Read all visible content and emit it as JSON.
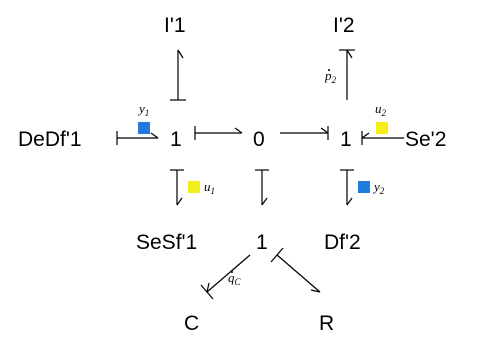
{
  "nodes": {
    "i1": "I'1",
    "i2": "I'2",
    "dedf1": "DeDf'1",
    "j1_left": "1",
    "zero": "0",
    "j1_right": "1",
    "se2": "Se'2",
    "sesf1": "SeSf'1",
    "j1_bottom": "1",
    "df2": "Df'2",
    "c": "C",
    "r": "R"
  },
  "variables": {
    "y1": {
      "base": "y",
      "sub": "1"
    },
    "u2": {
      "base": "u",
      "sub": "2"
    },
    "u1": {
      "base": "u",
      "sub": "1"
    },
    "y2": {
      "base": "y",
      "sub": "2"
    },
    "p2dot": {
      "base": "p",
      "sub": "2"
    },
    "qcdot": {
      "base": "q",
      "sub": "C"
    }
  },
  "colors": {
    "output_port": "#1f7bdc",
    "input_port": "#f4ee1b",
    "ink": "#000000"
  }
}
